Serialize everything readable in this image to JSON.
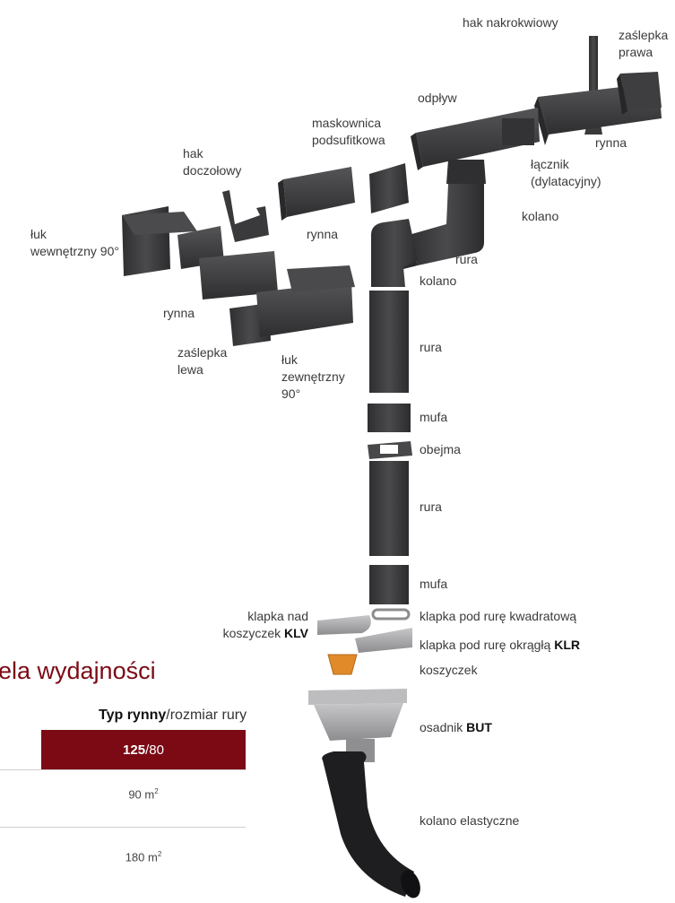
{
  "labels": {
    "hak_nakrokwiowy": "hak nakrokwiowy",
    "zaslepka_prawa": "zaślepka\nprawa",
    "odplyw": "odpływ",
    "maskownica": "maskownica\npodsufitkowa",
    "hak_doczolowy": "hak\ndoczołowy",
    "rynna_top": "rynna",
    "lacznik": "łącznik\n(dylatacyjny)",
    "kolano_top": "kolano",
    "luk_wewnetrzny": "łuk\nwewnętrzny 90°",
    "rynna_mid": "rynna",
    "rura_1": "rura",
    "kolano_2": "kolano",
    "rynna_left": "rynna",
    "zaslepka_lewa": "zaślepka\nlewa",
    "luk_zewnetrzny": "łuk\nzewnętrzny\n90°",
    "rura_2": "rura",
    "mufa_1": "mufa",
    "obejma": "obejma",
    "rura_3": "rura",
    "mufa_2": "mufa",
    "klapka_kwadratowa": "klapka pod rurę kwadratową",
    "klapka_nad_text": "klapka nad\nkoszyczek ",
    "klapka_nad_code": "KLV",
    "klapka_okragla_text": "klapka pod rurę okrągłą ",
    "klapka_okragla_code": "KLR",
    "koszyczek": "koszyczek",
    "osadnik_text": "osadnik ",
    "osadnik_code": "BUT",
    "kolano_elastyczne": "kolano elastyczne"
  },
  "table": {
    "title": "ela wydajności",
    "header_bold": "Typ rynny",
    "header_rest": "/rozmiar rury",
    "size_bold": "125",
    "size_rest": "/80",
    "row1_value": "90 m",
    "row1_unit_sup": "2",
    "row2_value": "180 m",
    "row2_unit_sup": "2"
  },
  "colors": {
    "accent": "#7b0a14",
    "part_dark": "#3d3d3f",
    "part_light": "#9a9a9c",
    "basket": "#e08a2a"
  }
}
